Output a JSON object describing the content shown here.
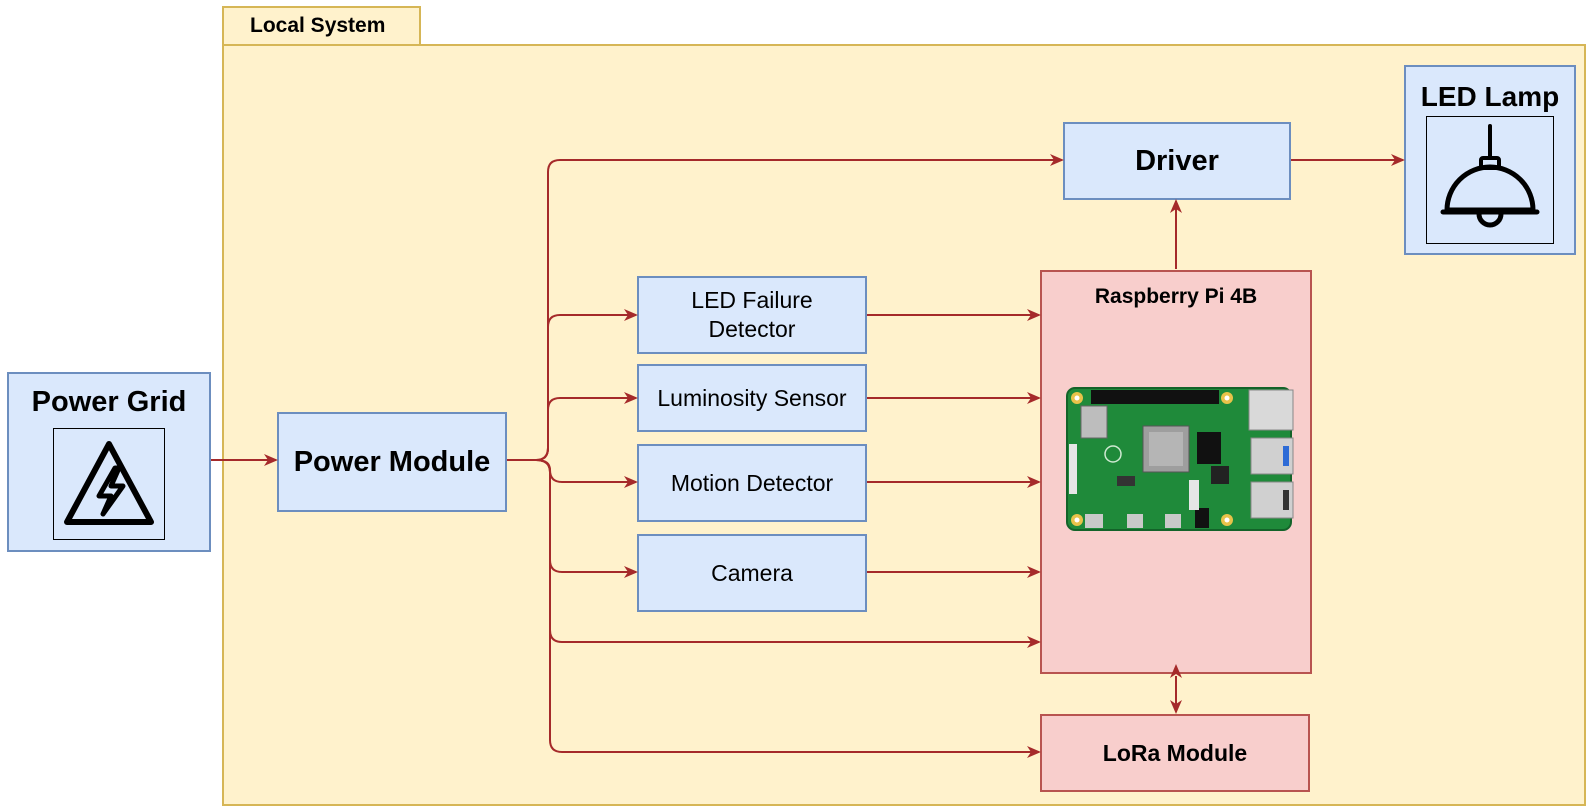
{
  "container": {
    "label": "Local System"
  },
  "nodes": {
    "power_grid": "Power Grid",
    "power_module": "Power Module",
    "led_failure_detector": "LED Failure Detector",
    "luminosity_sensor": "Luminosity Sensor",
    "motion_detector": "Motion Detector",
    "camera": "Camera",
    "driver": "Driver",
    "led_lamp": "LED Lamp",
    "raspberry_pi": "Raspberry Pi 4B",
    "lora_module": "LoRa Module"
  },
  "icons": {
    "power_grid": "high-voltage-icon",
    "led_lamp": "ceiling-lamp-icon",
    "raspberry_pi": "raspberry-pi-board-image"
  },
  "colors": {
    "container_fill": "#fff2cc",
    "container_stroke": "#d6b656",
    "blue_fill": "#dae8fc",
    "blue_stroke": "#6c8ebf",
    "red_fill": "#f8cecc",
    "red_stroke": "#b85450",
    "connector": "#a52a2a"
  }
}
